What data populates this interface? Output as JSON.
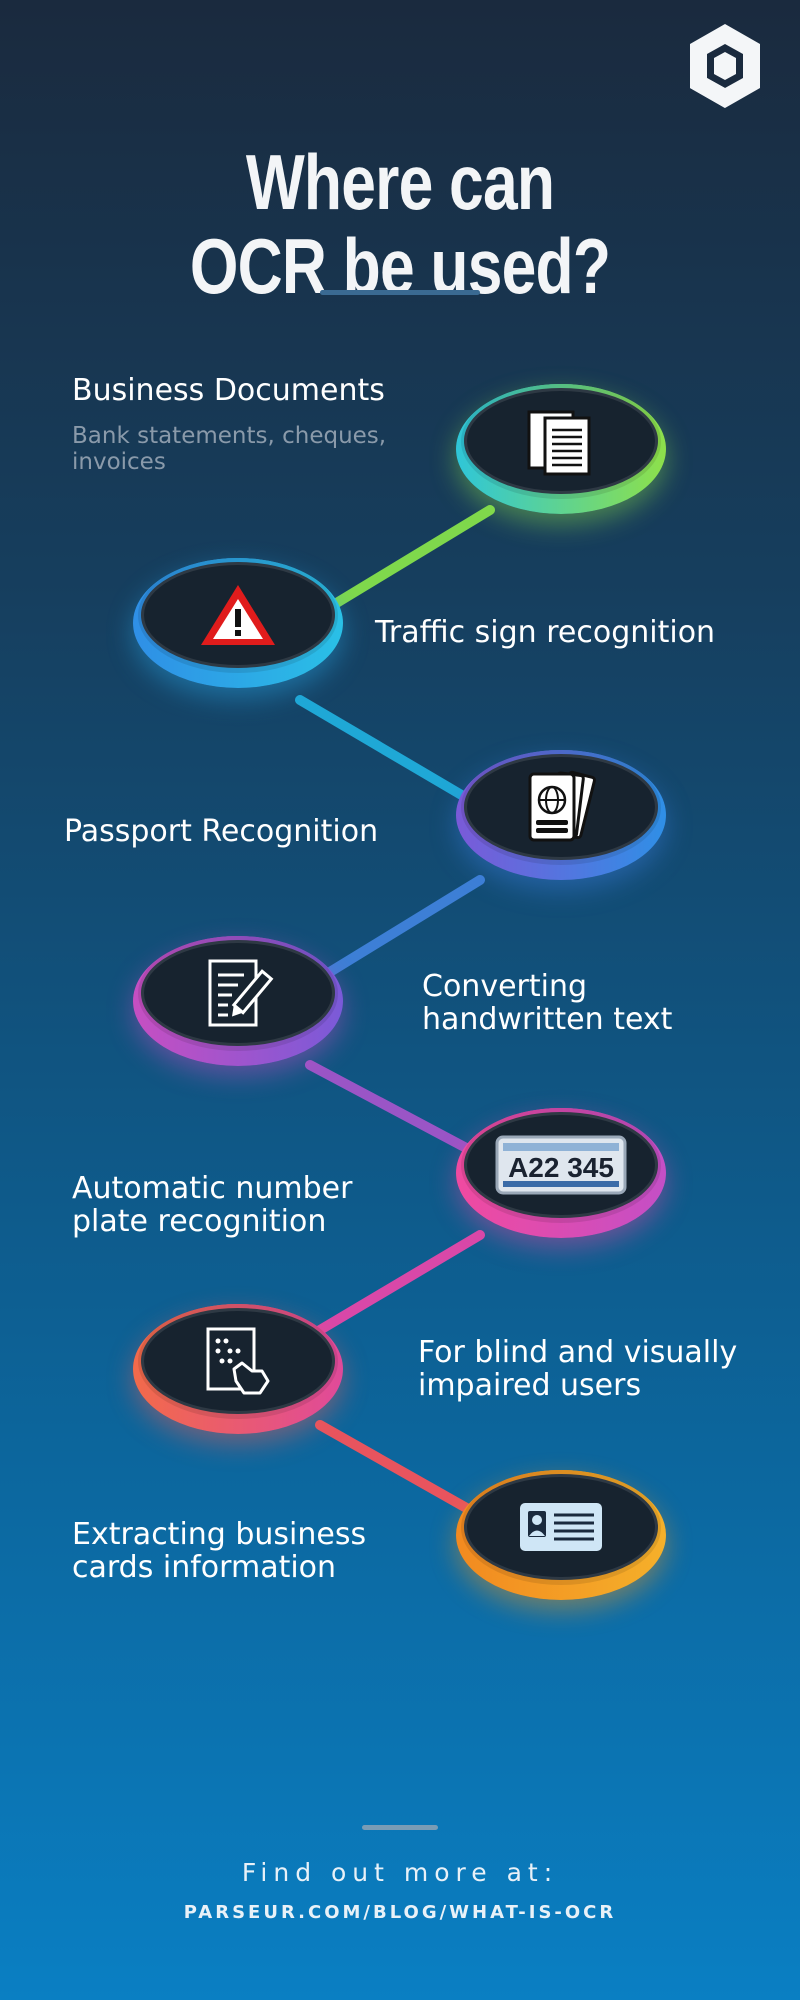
{
  "title": {
    "line1": "Where can",
    "line2": "OCR be used?"
  },
  "items": [
    {
      "label_line1": "Business Documents",
      "label_line2": "",
      "sub": "Bank statements, cheques, invoices",
      "icon": "documents-icon",
      "color": "#8ee04a"
    },
    {
      "label_line1": "Traffic sign recognition",
      "label_line2": "",
      "icon": "warning-sign-icon",
      "color": "#2aa6e6"
    },
    {
      "label_line1": "Passport Recognition",
      "label_line2": "",
      "icon": "passport-icon",
      "color": "#3b7fe0"
    },
    {
      "label_line1": "Converting",
      "label_line2": "handwritten text",
      "icon": "handwriting-icon",
      "color": "#c24fc8"
    },
    {
      "label_line1": "Automatic number",
      "label_line2": "plate recognition",
      "icon": "license-plate-icon",
      "color": "#e04aa8",
      "plate_text": "A22 345"
    },
    {
      "label_line1": "For blind and visually",
      "label_line2": "impaired users",
      "icon": "braille-touch-icon",
      "color": "#f0605a"
    },
    {
      "label_line1": "Extracting business",
      "label_line2": "cards information",
      "icon": "business-card-icon",
      "color": "#f59a1f"
    }
  ],
  "footer": {
    "line1": "Find out more at:",
    "line2": "PARSEUR.COM/BLOG/WHAT-IS-OCR"
  },
  "colors": {
    "background_top": "#1a2a3e",
    "background_bottom": "#0a7fc3"
  }
}
